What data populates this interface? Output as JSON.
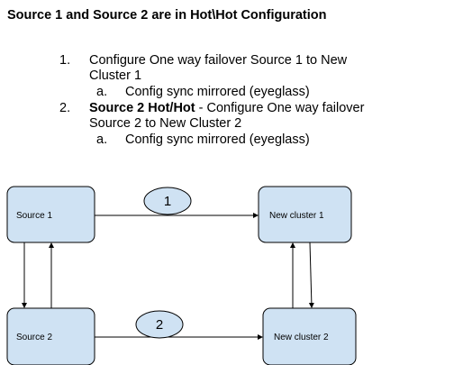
{
  "title": "Source 1 and Source 2 are in Hot\\Hot Configuration",
  "steps": [
    {
      "number": "1.",
      "text_line1": "Configure One way failover  Source 1 to New",
      "text_line2": "Cluster 1",
      "sub_letter": "a.",
      "sub_text": "Config sync mirrored (eyeglass)"
    },
    {
      "number": "2.",
      "bold_text": "Source 2 Hot/Hot",
      "text_line1": " - Configure One way failover",
      "text_line2": "Source 2 to New Cluster 2",
      "sub_letter": "a.",
      "sub_text": "Config sync mirrored (eyeglass)"
    }
  ],
  "diagram": {
    "colors": {
      "node_fill": "#cfe2f3",
      "stroke": "#000000"
    },
    "nodes": {
      "source1": "Source 1",
      "source2": "Source 2",
      "new_cluster1": "New cluster 1",
      "new_cluster2": "New cluster 2"
    },
    "badges": {
      "top": "1",
      "bottom": "2"
    }
  }
}
